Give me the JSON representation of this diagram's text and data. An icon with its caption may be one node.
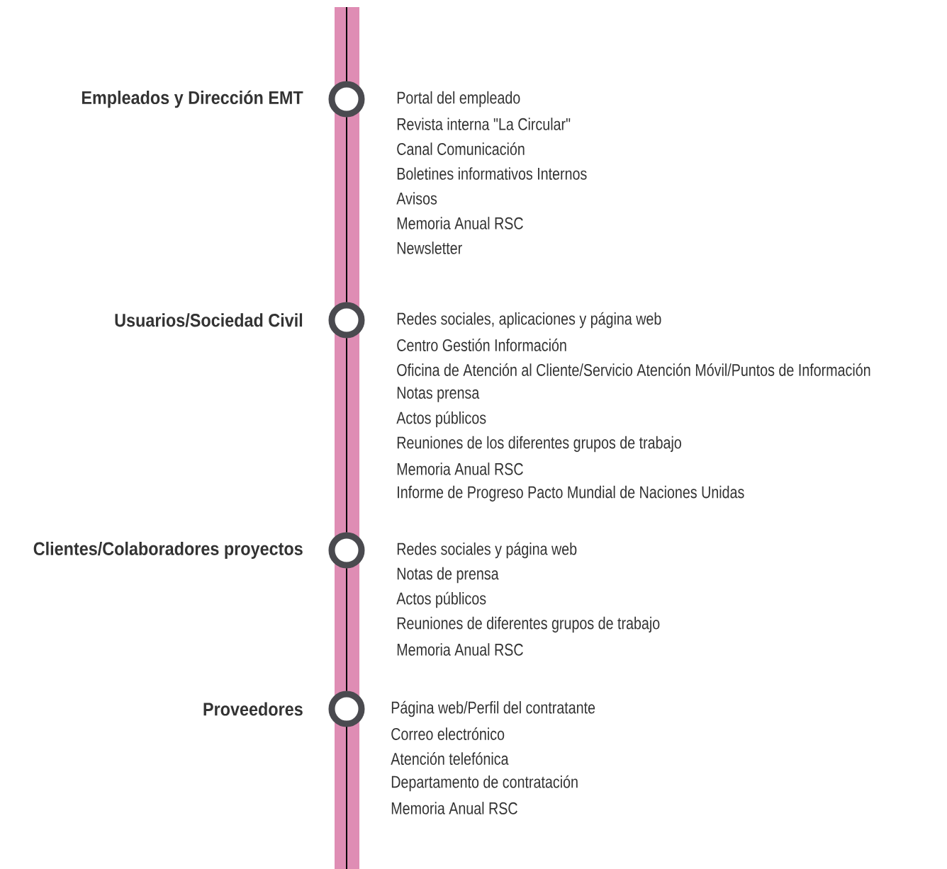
{
  "diagram": {
    "nodes": [
      {
        "text": [
          "Empleados y Dirección EMT"
        ],
        "beside": [
          "Portal del empleado",
          "Revista interna \"La Circular\"",
          "Canal Comunicación",
          "Boletines informativos Internos",
          "Avisos",
          "Memoria Anual RSC",
          "Newsletter"
        ]
      },
      {
        "text": [
          "Usuarios/Sociedad Civil"
        ],
        "beside": [
          "Redes sociales, aplicaciones y página web",
          "Centro Gestión Información",
          "Oficina de Atención al Cliente/Servicio Atención Móvil/Puntos de Información",
          "Notas prensa",
          "Actos públicos",
          "Reuniones de los diferentes grupos de trabajo",
          "Memoria Anual RSC",
          "Informe de Progreso Pacto Mundial de Naciones Unidas"
        ]
      },
      {
        "text": [
          "Clientes/Colaboradores proyectos"
        ],
        "beside": [
          "Redes sociales y página web",
          "Notas de prensa",
          "Actos públicos",
          "Reuniones de diferentes grupos de trabajo",
          "Memoria Anual RSC"
        ]
      },
      {
        "text": [
          "Proveedores"
        ],
        "beside": [
          "Página web/Perfil del contratante",
          "Correo electrónico",
          "Atención telefónica",
          "Departamento de contratación",
          "Memoria Anual RSC"
        ]
      }
    ],
    "edges": [
      {
        "from": 0,
        "to": 1,
        "arrow": "none"
      },
      {
        "from": 1,
        "to": 2,
        "arrow": "none"
      },
      {
        "from": 2,
        "to": 3,
        "arrow": "none"
      }
    ]
  }
}
